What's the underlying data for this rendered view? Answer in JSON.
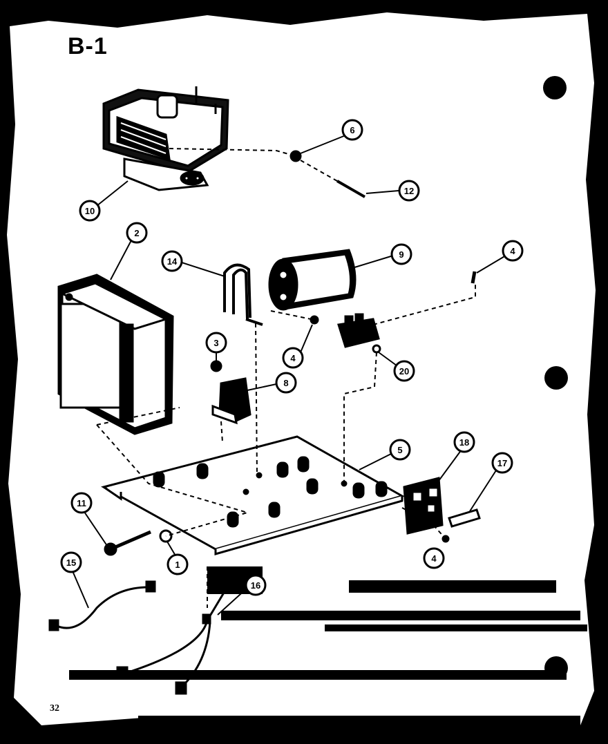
{
  "page": {
    "title": "B-1",
    "page_number": "32"
  },
  "callouts": [
    {
      "label": "10"
    },
    {
      "label": "6"
    },
    {
      "label": "12"
    },
    {
      "label": "2"
    },
    {
      "label": "14"
    },
    {
      "label": "9"
    },
    {
      "label": "4"
    },
    {
      "label": "3"
    },
    {
      "label": "4"
    },
    {
      "label": "8"
    },
    {
      "label": "20"
    },
    {
      "label": "5"
    },
    {
      "label": "18"
    },
    {
      "label": "17"
    },
    {
      "label": "11"
    },
    {
      "label": "1"
    },
    {
      "label": "4"
    },
    {
      "label": "15"
    },
    {
      "label": "16"
    }
  ]
}
